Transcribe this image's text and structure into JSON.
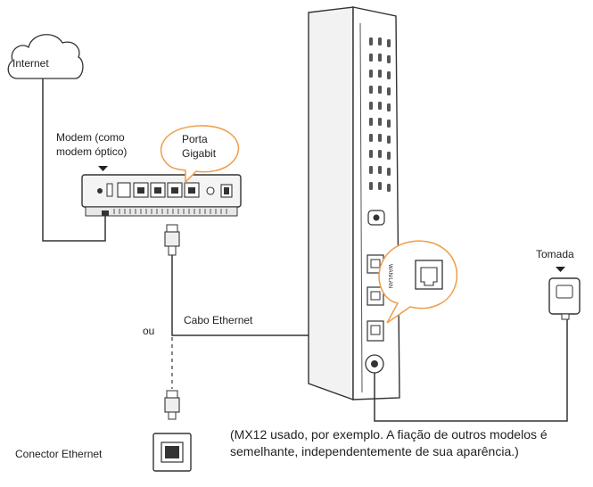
{
  "labels": {
    "internet": "Internet",
    "modem": "Modem (como modem óptico)",
    "gigabit_port": "Porta Gigabit",
    "outlet": "Tomada",
    "or": "ou",
    "cable": "Cabo Ethernet",
    "connector": "Conector Ethernet",
    "wan_lan": "WAN/LAN",
    "note": "(MX12 usado, por exemplo. A fiação de outros modelos é semelhante, independentemente de sua aparência.)"
  },
  "colors": {
    "line": "#333333",
    "bubble_stroke": "#f0a050",
    "device_fill": "#f4f4f4"
  }
}
